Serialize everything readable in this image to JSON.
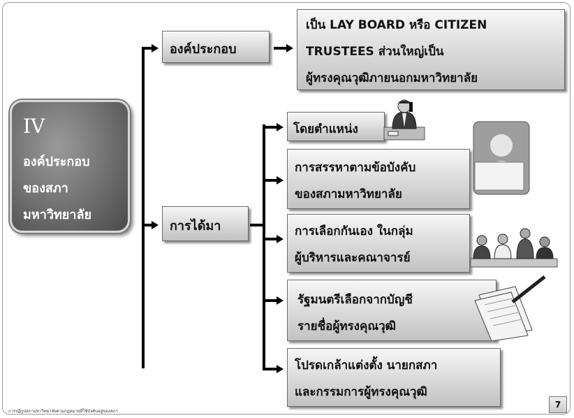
{
  "main": {
    "roman": "IV",
    "lines": [
      "องค์ประกอบ",
      "ของสภา",
      "มหาวิทยาลัย"
    ]
  },
  "branches": {
    "composition": "องค์ประกอบ",
    "acquisition": "การได้มา"
  },
  "composition_detail": [
    "เป็น LAY BOARD หรือ CITIZEN",
    "TRUSTEES ส่วนใหญ่เป็น",
    "ผู้ทรงคุณวุฒิภายนอกมหาวิทยาลัย"
  ],
  "methods": [
    {
      "lines": [
        "โดยตำแหน่ง"
      ]
    },
    {
      "lines": [
        "การสรรหาตามข้อบังคับ",
        "ของสภามหาวิทยาลัย"
      ]
    },
    {
      "lines": [
        "การเลือกกันเอง ในกลุ่ม",
        "ผู้บริหารและคณาจารย์"
      ]
    },
    {
      "lines": [
        "รัฐมนตรีเลือกจากบัญชี",
        "รายชื่อผู้ทรงคุณวุฒิ"
      ]
    },
    {
      "lines": [
        "โปรดเกล้าแต่งตั้ง นายกสภา",
        "และกรรมการผู้ทรงคุณวุฒิ"
      ]
    }
  ],
  "footer": "การปฏิรูปสภามหาวิทยาลัยตามกฎหมายที่ใช้บังคับอยู่ของสภา",
  "page_number": "7"
}
